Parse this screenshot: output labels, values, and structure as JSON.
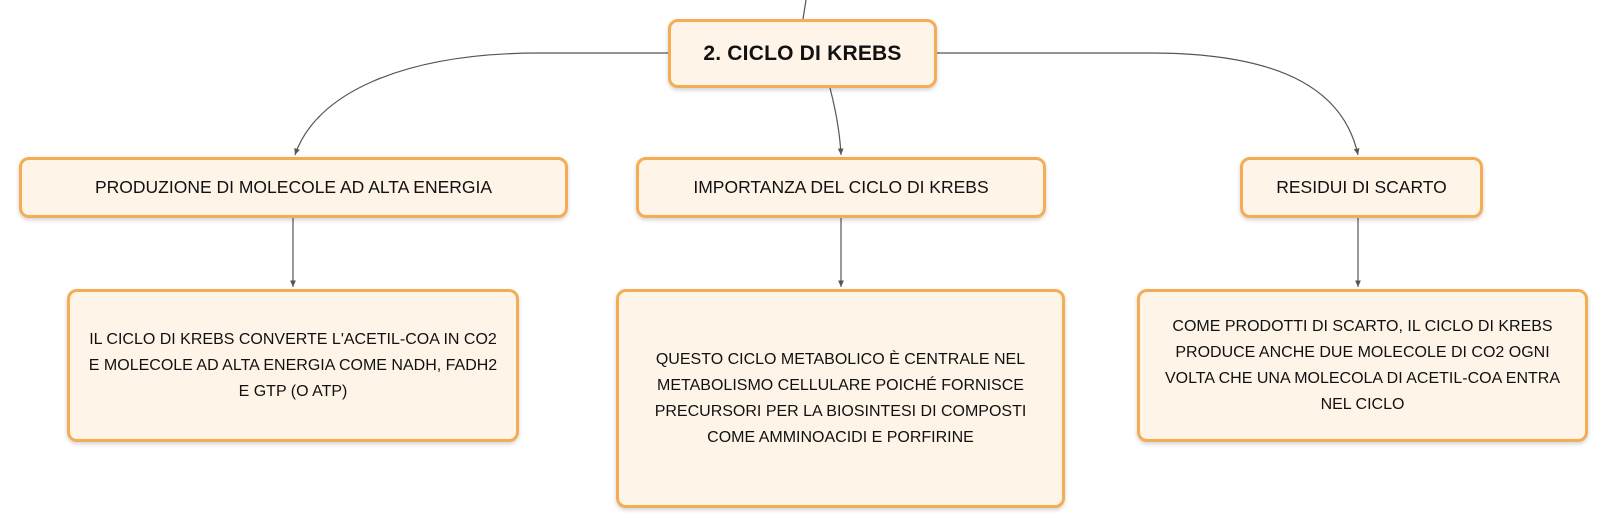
{
  "root": {
    "label": "2. CICLO DI KREBS"
  },
  "branches": [
    {
      "title": "PRODUZIONE DI MOLECOLE AD ALTA ENERGIA",
      "lines": [
        "IL CICLO DI KREBS CONVERTE L'ACETIL-COA IN CO2",
        "E MOLECOLE AD ALTA ENERGIA COME NADH, FADH2",
        "E GTP (O ATP)"
      ]
    },
    {
      "title": "IMPORTANZA DEL CICLO DI KREBS",
      "lines": [
        "QUESTO CICLO METABOLICO È CENTRALE NEL",
        "METABOLISMO CELLULARE POICHÉ FORNISCE",
        "PRECURSORI PER LA BIOSINTESI DI COMPOSTI",
        "COME AMMINOACIDI E PORFIRINE"
      ]
    },
    {
      "title": "RESIDUI DI SCARTO",
      "lines": [
        "COME PRODOTTI DI SCARTO, IL CICLO DI KREBS",
        "PRODUCE ANCHE DUE MOLECOLE DI CO2 OGNI",
        "VOLTA CHE UNA MOLECOLA DI ACETIL-COA ENTRA",
        "NEL CICLO"
      ]
    }
  ],
  "colors": {
    "node_fill": "#fef4e8",
    "node_border": "#f5ad55",
    "connector": "#555555"
  }
}
